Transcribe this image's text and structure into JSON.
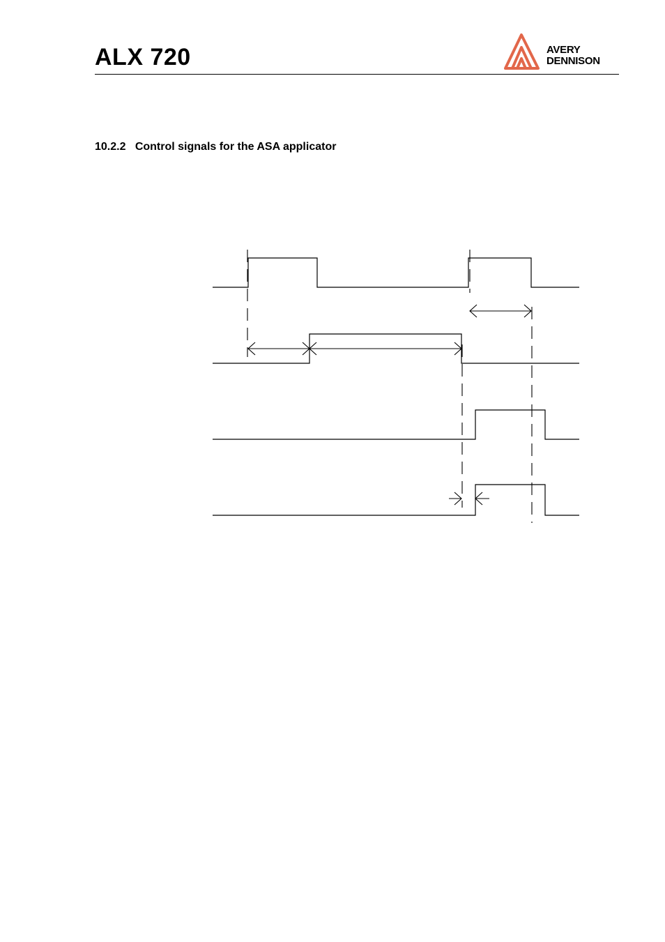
{
  "header": {
    "title": "ALX 720",
    "logo": {
      "line1": "AVERY",
      "line2": "DENNISON",
      "brand_color": "#e2674a"
    }
  },
  "section": {
    "number": "10.2.2",
    "title": "Control signals for the ASA applicator"
  },
  "diagram": {
    "type": "timing-diagram",
    "signal_count": 4,
    "line_color": "#000000"
  }
}
